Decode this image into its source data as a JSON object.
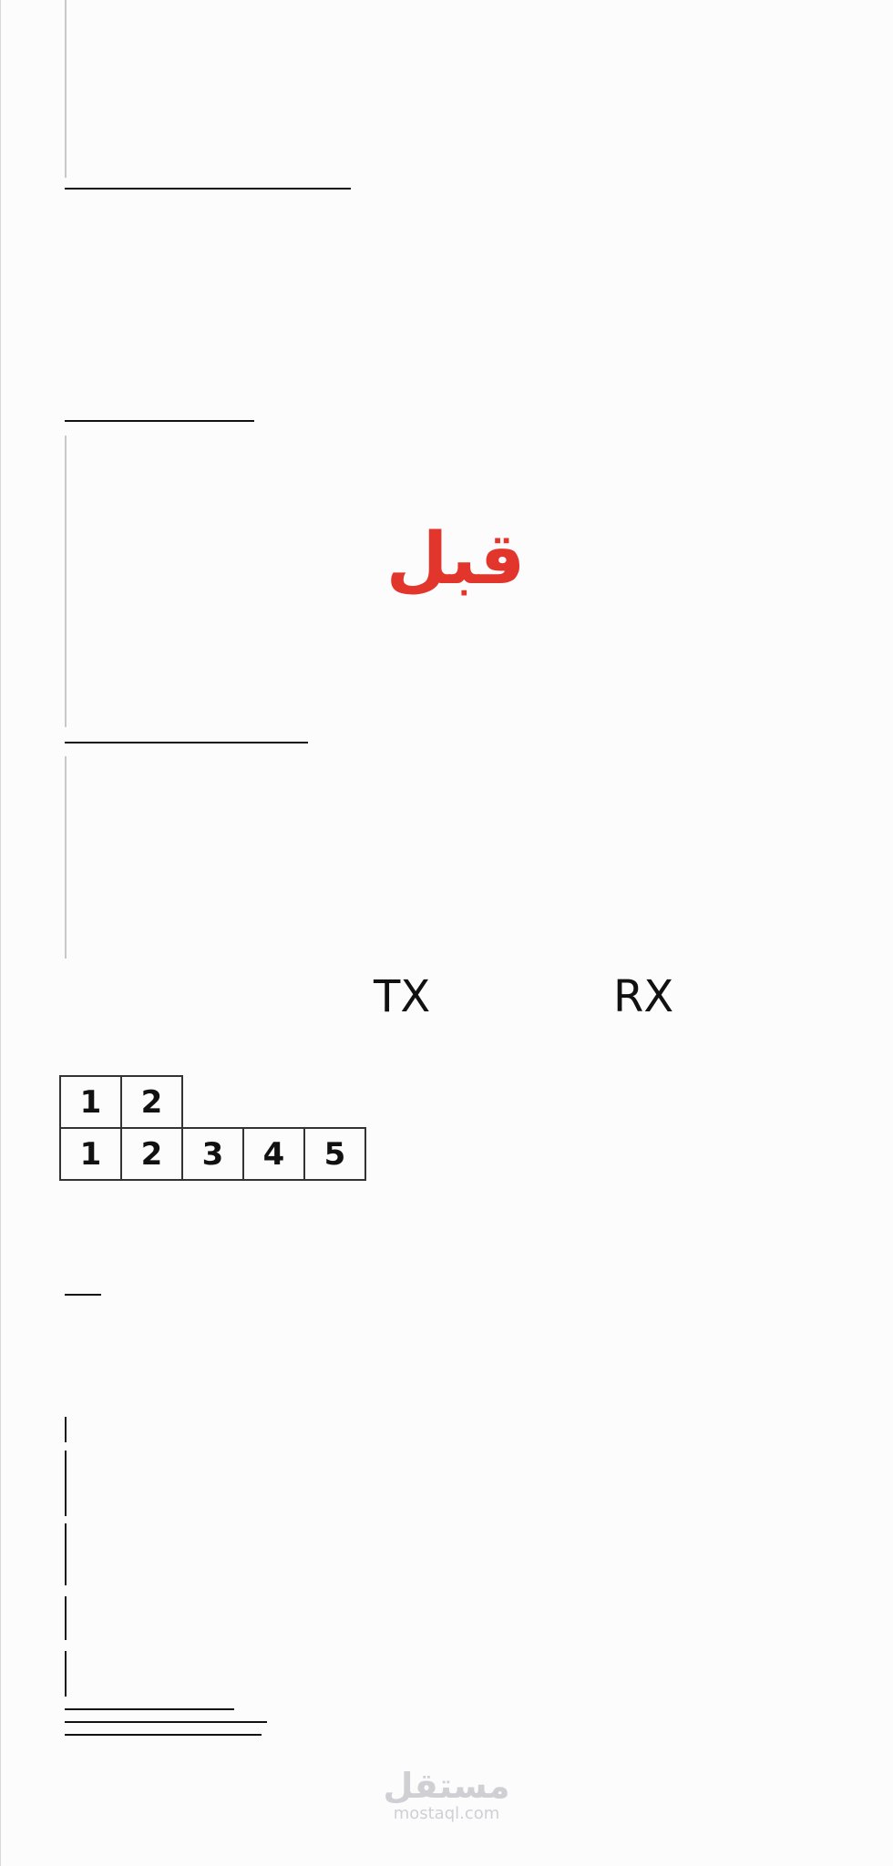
{
  "title_ar": "قبل",
  "labels": {
    "tx": "TX",
    "rx": "RX"
  },
  "table": {
    "row1": [
      "1",
      "2"
    ],
    "row2": [
      "1",
      "2",
      "3",
      "4",
      "5"
    ]
  },
  "watermark": {
    "brand_ar": "مستقل",
    "url": "mostaql.com"
  },
  "colors": {
    "title": "#e2352b",
    "lines": "#111111",
    "watermark": "#cfcfd4"
  }
}
